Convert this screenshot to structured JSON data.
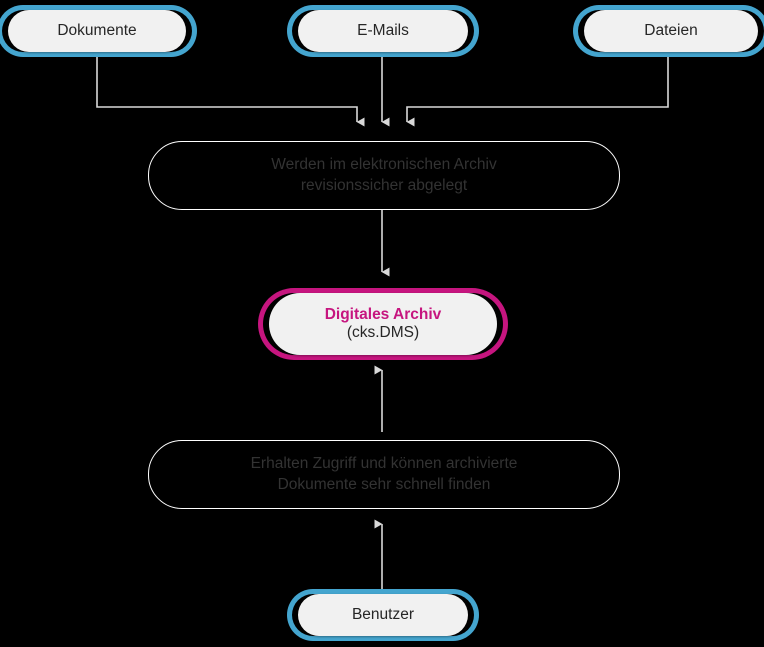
{
  "diagram": {
    "title": "Digitales Archiv (cks.DMS) Dokumentenfluss",
    "background_color": "#000000",
    "accent_blue": "#44a5cf",
    "accent_magenta": "#c6157f",
    "connector_color": "#d9d9d9",
    "ghost_border_color": "#ffffff",
    "ghost_text_color": "#333333",
    "pill_fill": "#f1f1f1",
    "pill_text_color": "#262626"
  },
  "nodes": {
    "source_documents": {
      "label": "Dokumente",
      "accent": "blue"
    },
    "source_emails": {
      "label": "E-Mails",
      "accent": "blue"
    },
    "source_files": {
      "label": "Dateien",
      "accent": "blue"
    },
    "archive_process": {
      "text": "Werden im elektronischen Archiv\nrevisionssicher abgelegt"
    },
    "digital_archive": {
      "label_main": "Digitales Archiv",
      "label_sub": "(cks.DMS)",
      "accent": "magenta"
    },
    "access_process": {
      "text": "Erhalten Zugriff und können archivierte\nDokumente sehr schnell finden"
    },
    "user": {
      "label": "Benutzer",
      "accent": "blue"
    }
  }
}
